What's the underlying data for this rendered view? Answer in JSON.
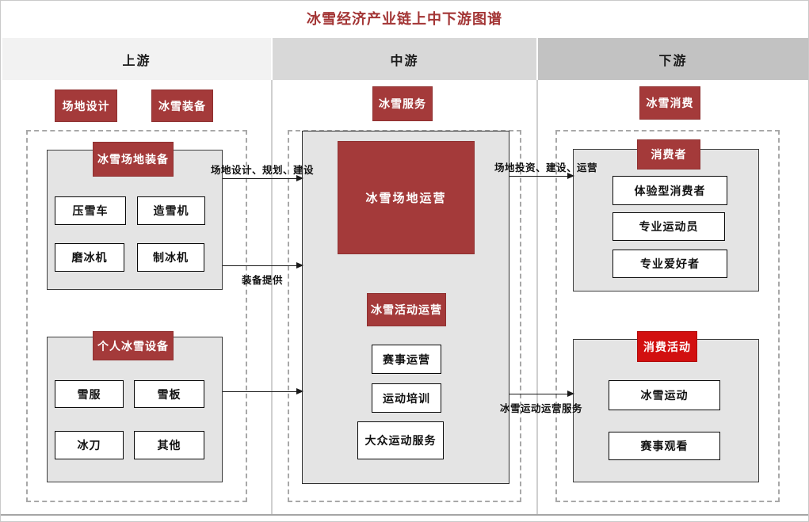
{
  "header": {
    "title": "冰雪经济产业链上中下游图谱"
  },
  "columns": [
    {
      "label": "上游"
    },
    {
      "label": "中游"
    },
    {
      "label": "下游"
    }
  ],
  "colors": {
    "title_red": "#a33535",
    "badge_dark_red": "#a43a3a",
    "badge_bright_red": "#d21010",
    "band_upstream": "#f2f2f2",
    "band_midstream": "#d8d8d8",
    "band_downstream": "#c2c2c2",
    "group_gray": "#e4e4e4"
  },
  "upstream": {
    "tags": [
      "场地设计",
      "冰雪装备"
    ],
    "groups": [
      {
        "title": "冰雪场地装备",
        "items": [
          "压雪车",
          "造雪机",
          "磨冰机",
          "制冰机"
        ]
      },
      {
        "title": "个人冰雪设备",
        "items": [
          "雪服",
          "雪板",
          "冰刀",
          "其他"
        ]
      }
    ]
  },
  "midstream": {
    "tag": "冰雪服务",
    "venue_ops": "冰雪场地运营",
    "activity_ops": "冰雪活动运营",
    "items": [
      "赛事运营",
      "运动培训",
      "大众运动服务"
    ]
  },
  "downstream": {
    "tag": "冰雪消费",
    "groups": [
      {
        "title": "消费者",
        "items": [
          "体验型消费者",
          "专业运动员",
          "专业爱好者"
        ]
      },
      {
        "title": "消费活动",
        "items": [
          "冰雪运动",
          "赛事观看"
        ]
      }
    ]
  },
  "connectors": [
    {
      "label": "场地设计、规划、建设"
    },
    {
      "label": "装备提供"
    },
    {
      "label": ""
    },
    {
      "label": "场地投资、建设、运营"
    },
    {
      "label": "冰雪运动运营服务"
    }
  ]
}
